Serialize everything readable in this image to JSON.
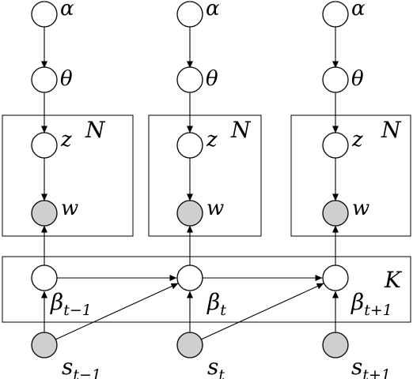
{
  "diagram": {
    "colors": {
      "observed": "#cfcfcf",
      "latent": "#ffffff",
      "stroke": "#000000"
    },
    "columns": [
      {
        "alpha": "α",
        "theta": "θ",
        "z": "z",
        "w": "w",
        "plate": "N",
        "beta": "β",
        "beta_sub": "t−1",
        "s": "s",
        "s_sub": "t−1"
      },
      {
        "alpha": "α",
        "theta": "θ",
        "z": "z",
        "w": "w",
        "plate": "N",
        "beta": "β",
        "beta_sub": "t",
        "s": "s",
        "s_sub": "t"
      },
      {
        "alpha": "α",
        "theta": "θ",
        "z": "z",
        "w": "w",
        "plate": "N",
        "beta": "β",
        "beta_sub": "t+1",
        "s": "s",
        "s_sub": "t+1"
      }
    ],
    "k_plate": "K"
  }
}
